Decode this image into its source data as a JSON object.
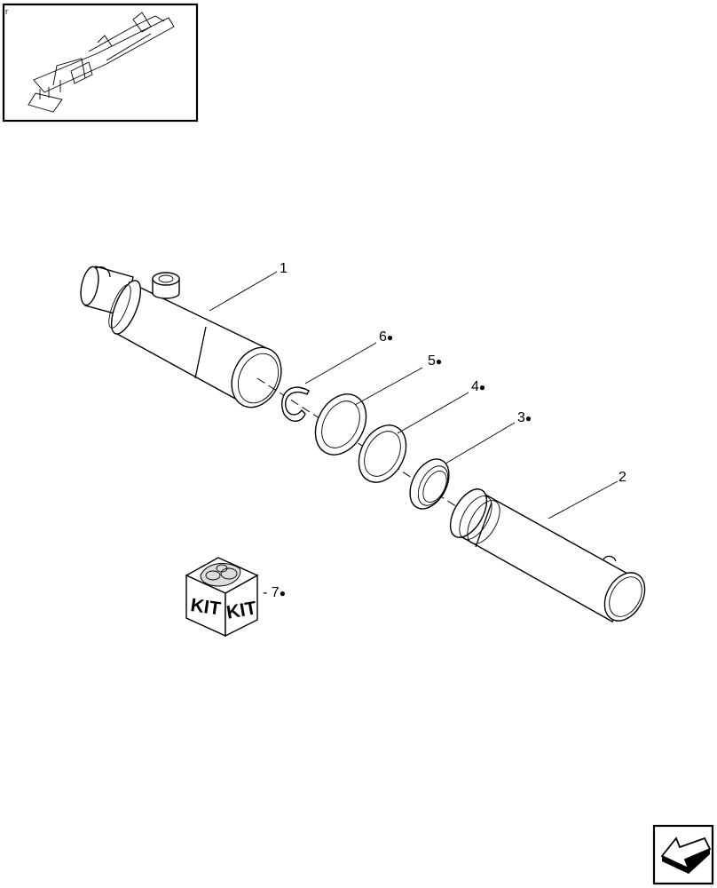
{
  "callouts": [
    {
      "number": "1",
      "marker": ""
    },
    {
      "number": "2",
      "marker": ""
    },
    {
      "number": "3",
      "marker": "●"
    },
    {
      "number": "4",
      "marker": "●"
    },
    {
      "number": "5",
      "marker": "●"
    },
    {
      "number": "6",
      "marker": "●"
    },
    {
      "number": "7",
      "marker": "●"
    }
  ],
  "kit": {
    "label_left": "KIT",
    "label_right": "KIT",
    "callout_prefix": "-"
  },
  "corner_mark": "r",
  "icons": {
    "overview": "machine-overview-thumbnail-icon",
    "navigation": "previous-page-arrow-icon",
    "kit": "kit-box-icon"
  }
}
